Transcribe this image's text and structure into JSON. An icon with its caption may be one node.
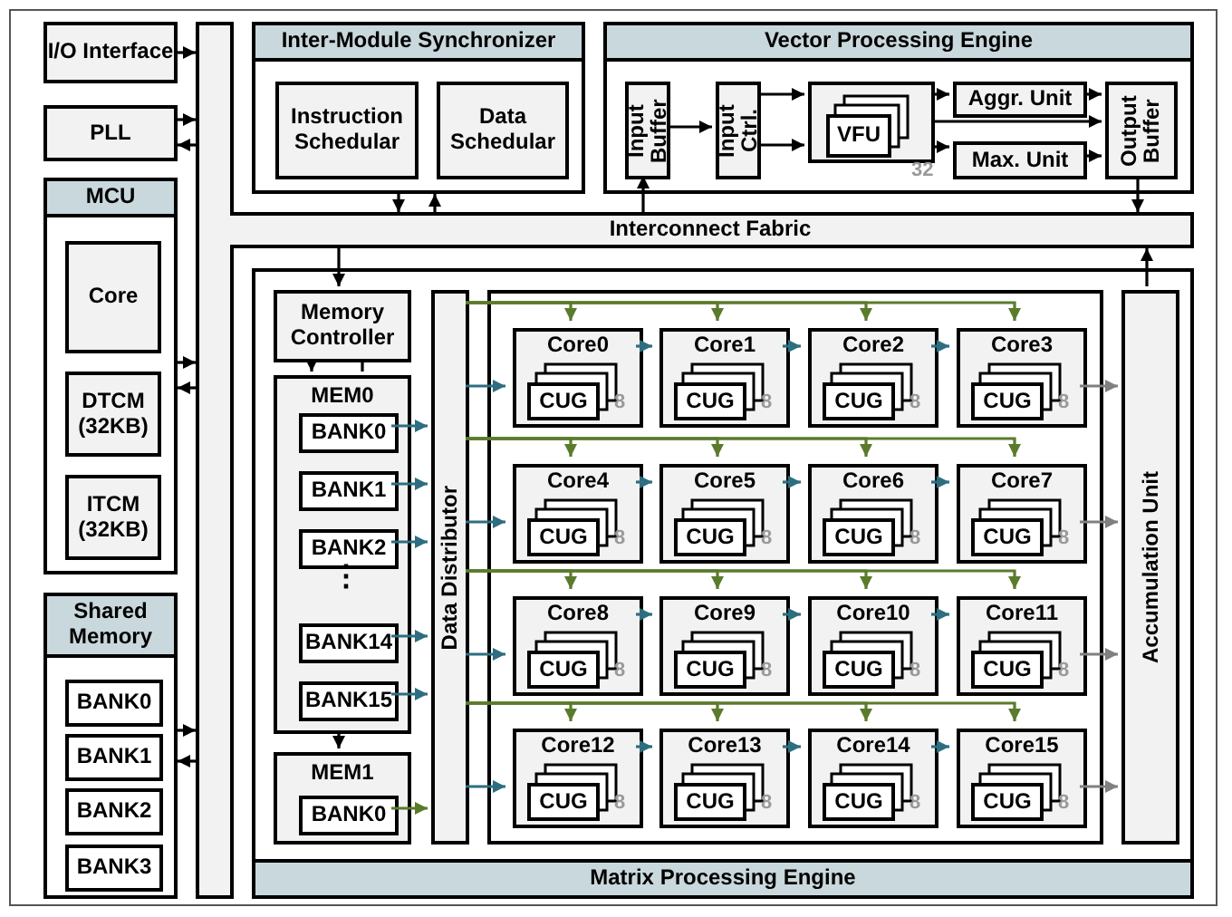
{
  "diagram": {
    "nodes": [
      {
        "text": [
          "I/O Interface"
        ]
      },
      {
        "text": [
          "PLL"
        ]
      },
      {
        "text": [
          "Inter-Module Synchronizer"
        ]
      },
      {
        "text": [
          "Instruction Schedular"
        ],
        "in": 2
      },
      {
        "text": [
          "Data Schedular"
        ],
        "in": 2
      },
      {
        "text": [
          "Vector Processing Engine"
        ]
      },
      {
        "text": [
          "Input Buffer"
        ],
        "in": 5
      },
      {
        "text": [
          "Input Ctrl."
        ],
        "in": 5
      },
      {
        "text": [
          "VFU"
        ],
        "in": 5,
        "beside": [
          "32"
        ]
      },
      {
        "text": [
          "Aggr. Unit"
        ],
        "in": 5
      },
      {
        "text": [
          "Max. Unit"
        ],
        "in": 5
      },
      {
        "text": [
          "Output Buffer"
        ],
        "in": 5
      },
      {
        "text": [
          "MCU"
        ]
      },
      {
        "text": [
          "Core"
        ],
        "in": 12
      },
      {
        "text": [
          "DTCM (32KB)"
        ],
        "in": 12
      },
      {
        "text": [
          "ITCM (32KB)"
        ],
        "in": 12
      },
      {
        "text": [
          "Shared Memory"
        ]
      },
      {
        "text": [
          "BANK0"
        ],
        "in": 16
      },
      {
        "text": [
          "BANK1"
        ],
        "in": 16
      },
      {
        "text": [
          "BANK2"
        ],
        "in": 16
      },
      {
        "text": [
          "BANK3"
        ],
        "in": 16
      },
      {
        "text": [
          "Interconnect Fabric"
        ]
      },
      {
        "text": [
          "Matrix Processing Engine"
        ]
      },
      {
        "text": [
          "Memory Controller"
        ],
        "in": 22
      },
      {
        "text": [
          "MEM0"
        ],
        "in": 22
      },
      {
        "text": [
          "BANK0"
        ],
        "in": 24
      },
      {
        "text": [
          "BANK1"
        ],
        "in": 24
      },
      {
        "text": [
          "BANK2"
        ],
        "in": 24
      },
      {
        "text": [
          "BANK14"
        ],
        "in": 24
      },
      {
        "text": [
          "BANK15"
        ],
        "in": 24
      },
      {
        "text": [
          "MEM1"
        ],
        "in": 22
      },
      {
        "text": [
          "BANK0"
        ],
        "in": 30
      },
      {
        "text": [
          "Data Distributor"
        ],
        "in": 22
      },
      {
        "text": [],
        "shape": "box",
        "in": 22
      },
      {
        "text": [
          "Core0"
        ],
        "in": 33
      },
      {
        "text": [
          "CUG"
        ],
        "in": 34,
        "beside": [
          "8"
        ]
      },
      {
        "text": [
          "Core1"
        ],
        "in": 33
      },
      {
        "text": [
          "CUG"
        ],
        "in": 36,
        "beside": [
          "8"
        ]
      },
      {
        "text": [
          "Core2"
        ],
        "in": 33
      },
      {
        "text": [
          "CUG"
        ],
        "in": 38,
        "beside": [
          "8"
        ]
      },
      {
        "text": [
          "Core3"
        ],
        "in": 33
      },
      {
        "text": [
          "CUG"
        ],
        "in": 40,
        "beside": [
          "8"
        ]
      },
      {
        "text": [
          "Core4"
        ],
        "in": 33
      },
      {
        "text": [
          "CUG"
        ],
        "in": 42,
        "beside": [
          "8"
        ]
      },
      {
        "text": [
          "Core5"
        ],
        "in": 33
      },
      {
        "text": [
          "CUG"
        ],
        "in": 44,
        "beside": [
          "8"
        ]
      },
      {
        "text": [
          "Core6"
        ],
        "in": 33
      },
      {
        "text": [
          "CUG"
        ],
        "in": 46,
        "beside": [
          "8"
        ]
      },
      {
        "text": [
          "Core7"
        ],
        "in": 33
      },
      {
        "text": [
          "CUG"
        ],
        "in": 48,
        "beside": [
          "8"
        ]
      },
      {
        "text": [
          "Core8"
        ],
        "in": 33
      },
      {
        "text": [
          "CUG"
        ],
        "in": 50,
        "beside": [
          "8"
        ]
      },
      {
        "text": [
          "Core9"
        ],
        "in": 33
      },
      {
        "text": [
          "CUG"
        ],
        "in": 52,
        "beside": [
          "8"
        ]
      },
      {
        "text": [
          "Core10"
        ],
        "in": 33
      },
      {
        "text": [
          "CUG"
        ],
        "in": 54,
        "beside": [
          "8"
        ]
      },
      {
        "text": [
          "Core11"
        ],
        "in": 33
      },
      {
        "text": [
          "CUG"
        ],
        "in": 56,
        "beside": [
          "8"
        ]
      },
      {
        "text": [
          "Core12"
        ],
        "in": 33
      },
      {
        "text": [
          "CUG"
        ],
        "in": 58,
        "beside": [
          "8"
        ]
      },
      {
        "text": [
          "Core13"
        ],
        "in": 33
      },
      {
        "text": [
          "CUG"
        ],
        "in": 60,
        "beside": [
          "8"
        ]
      },
      {
        "text": [
          "Core14"
        ],
        "in": 33
      },
      {
        "text": [
          "CUG"
        ],
        "in": 62,
        "beside": [
          "8"
        ]
      },
      {
        "text": [
          "Core15"
        ],
        "in": 33
      },
      {
        "text": [
          "CUG"
        ],
        "in": 64,
        "beside": [
          "8"
        ]
      },
      {
        "text": [
          "Accumulation Unit"
        ],
        "in": 22
      },
      {
        "text": [],
        "shape": "bar"
      }
    ],
    "edges": [
      {
        "from": 0,
        "to": 67,
        "arrow": "to"
      },
      {
        "from": 1,
        "to": 67,
        "arrow": "to"
      },
      {
        "from": 67,
        "to": 1,
        "arrow": "to"
      },
      {
        "from": 12,
        "to": 67,
        "arrow": "to"
      },
      {
        "from": 67,
        "to": 12,
        "arrow": "to"
      },
      {
        "from": 16,
        "to": 67,
        "arrow": "to"
      },
      {
        "from": 67,
        "to": 16,
        "arrow": "to"
      },
      {
        "from": 2,
        "to": 21,
        "arrow": "to"
      },
      {
        "from": 21,
        "to": 2,
        "arrow": "to"
      },
      {
        "from": 21,
        "to": 6,
        "arrow": "to"
      },
      {
        "from": 11,
        "to": 21,
        "arrow": "to"
      },
      {
        "from": 6,
        "to": 7,
        "arrow": "to"
      },
      {
        "from": 7,
        "to": 8,
        "arrow": "to"
      },
      {
        "from": 7,
        "to": 8,
        "arrow": "to"
      },
      {
        "from": 8,
        "to": 9,
        "arrow": "to"
      },
      {
        "from": 8,
        "to": 11,
        "arrow": "to"
      },
      {
        "from": 8,
        "to": 10,
        "arrow": "to"
      },
      {
        "from": 9,
        "to": 11,
        "arrow": "to"
      },
      {
        "from": 10,
        "to": 11,
        "arrow": "to"
      },
      {
        "from": 21,
        "to": 23,
        "arrow": "to"
      },
      {
        "from": 23,
        "to": 24,
        "arrow": "to"
      },
      {
        "from": 23,
        "to": 24,
        "arrow": "none"
      },
      {
        "from": 24,
        "to": 30,
        "arrow": "to"
      },
      {
        "from": 25,
        "to": 32,
        "arrow": "to",
        "color": "#2e6e80"
      },
      {
        "from": 26,
        "to": 32,
        "arrow": "to",
        "color": "#2e6e80"
      },
      {
        "from": 27,
        "to": 32,
        "arrow": "to",
        "color": "#2e6e80"
      },
      {
        "from": 28,
        "to": 32,
        "arrow": "to",
        "color": "#2e6e80"
      },
      {
        "from": 29,
        "to": 32,
        "arrow": "to",
        "color": "#2e6e80"
      },
      {
        "from": 31,
        "to": 32,
        "arrow": "to",
        "color": "#5b7b2c"
      },
      {
        "from": 32,
        "to": 34,
        "arrow": "to",
        "color": "#2e6e80"
      },
      {
        "from": 34,
        "to": 36,
        "arrow": "to",
        "color": "#2e6e80"
      },
      {
        "from": 36,
        "to": 38,
        "arrow": "to",
        "color": "#2e6e80"
      },
      {
        "from": 38,
        "to": 40,
        "arrow": "to",
        "color": "#2e6e80"
      },
      {
        "from": 32,
        "to": 34,
        "arrow": "to",
        "color": "#5b7b2c"
      },
      {
        "from": 32,
        "to": 36,
        "arrow": "to",
        "color": "#5b7b2c"
      },
      {
        "from": 32,
        "to": 38,
        "arrow": "to",
        "color": "#5b7b2c"
      },
      {
        "from": 32,
        "to": 40,
        "arrow": "to",
        "color": "#5b7b2c"
      },
      {
        "from": 40,
        "to": 66,
        "arrow": "to",
        "color": "#808080"
      },
      {
        "from": 32,
        "to": 42,
        "arrow": "to",
        "color": "#2e6e80"
      },
      {
        "from": 42,
        "to": 44,
        "arrow": "to",
        "color": "#2e6e80"
      },
      {
        "from": 44,
        "to": 46,
        "arrow": "to",
        "color": "#2e6e80"
      },
      {
        "from": 46,
        "to": 48,
        "arrow": "to",
        "color": "#2e6e80"
      },
      {
        "from": 32,
        "to": 42,
        "arrow": "to",
        "color": "#5b7b2c"
      },
      {
        "from": 32,
        "to": 44,
        "arrow": "to",
        "color": "#5b7b2c"
      },
      {
        "from": 32,
        "to": 46,
        "arrow": "to",
        "color": "#5b7b2c"
      },
      {
        "from": 32,
        "to": 48,
        "arrow": "to",
        "color": "#5b7b2c"
      },
      {
        "from": 48,
        "to": 66,
        "arrow": "to",
        "color": "#808080"
      },
      {
        "from": 32,
        "to": 50,
        "arrow": "to",
        "color": "#2e6e80"
      },
      {
        "from": 50,
        "to": 52,
        "arrow": "to",
        "color": "#2e6e80"
      },
      {
        "from": 52,
        "to": 54,
        "arrow": "to",
        "color": "#2e6e80"
      },
      {
        "from": 54,
        "to": 56,
        "arrow": "to",
        "color": "#2e6e80"
      },
      {
        "from": 32,
        "to": 50,
        "arrow": "to",
        "color": "#5b7b2c"
      },
      {
        "from": 32,
        "to": 52,
        "arrow": "to",
        "color": "#5b7b2c"
      },
      {
        "from": 32,
        "to": 54,
        "arrow": "to",
        "color": "#5b7b2c"
      },
      {
        "from": 32,
        "to": 56,
        "arrow": "to",
        "color": "#5b7b2c"
      },
      {
        "from": 56,
        "to": 66,
        "arrow": "to",
        "color": "#808080"
      },
      {
        "from": 32,
        "to": 58,
        "arrow": "to",
        "color": "#2e6e80"
      },
      {
        "from": 58,
        "to": 60,
        "arrow": "to",
        "color": "#2e6e80"
      },
      {
        "from": 60,
        "to": 62,
        "arrow": "to",
        "color": "#2e6e80"
      },
      {
        "from": 62,
        "to": 64,
        "arrow": "to",
        "color": "#2e6e80"
      },
      {
        "from": 32,
        "to": 58,
        "arrow": "to",
        "color": "#5b7b2c"
      },
      {
        "from": 32,
        "to": 60,
        "arrow": "to",
        "color": "#5b7b2c"
      },
      {
        "from": 32,
        "to": 62,
        "arrow": "to",
        "color": "#5b7b2c"
      },
      {
        "from": 32,
        "to": 64,
        "arrow": "to",
        "color": "#5b7b2c"
      },
      {
        "from": 64,
        "to": 66,
        "arrow": "to",
        "color": "#808080"
      },
      {
        "from": 66,
        "to": 21,
        "arrow": "to"
      }
    ],
    "labels": [
      "⋮"
    ]
  }
}
